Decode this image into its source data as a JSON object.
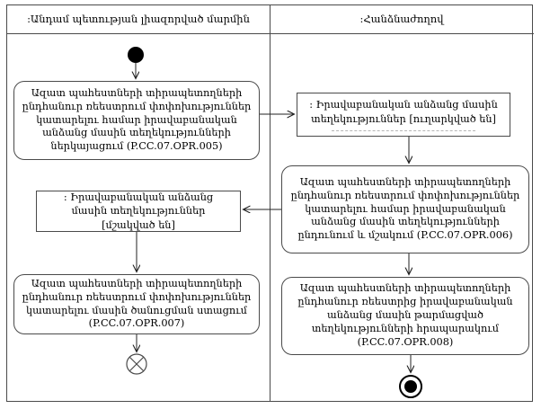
{
  "diagram": {
    "type": "uml-activity-swimlane",
    "lane_headers": {
      "left": ":Անդամ պետության լիազորված մարմին",
      "right": ":Հանձնաժողով"
    },
    "nodes": {
      "opr005": "Ազատ պահեստների տիրապետողների ընդհանուր ռեեստրում փոփոխություններ կատարելու համար իրավաբանական անձանց մասին տեղեկությունների ներկայացում (P.CC.07.OPR.005)",
      "object_sent": ": Իրավաբանական անձանց մասին տեղեկություններ [ուղարկված են]",
      "opr006": "Ազատ պահեստների տիրապետողների ընդհանուր ռեեստրում փոփոխություններ կատարելու համար իրավաբանական անձանց մասին տեղեկությունների ընդունում և մշակում (P.CC.07.OPR.006)",
      "object_processed": ": Իրավաբանական անձանց մասին տեղեկություններ [մշակված են]",
      "opr007": "Ազատ պահեստների տիրապետողների ընդհանուր ռեեստրում փոփոխություններ կատարելու մասին ծանուցման ստացում (P.CC.07.OPR.007)",
      "opr008": "Ազատ պահեստների տիրապետողների ընդհանուր ռեեստրից իրավաբանական անձանց մասին թարմացված տեղեկությունների հրապարակում (P.CC.07.OPR.008)"
    },
    "colors": {
      "line": "#4a4a4a",
      "node_border": "#4a4a4a",
      "background": "#ffffff",
      "text": "#000000",
      "terminal_fill": "#000000"
    }
  }
}
